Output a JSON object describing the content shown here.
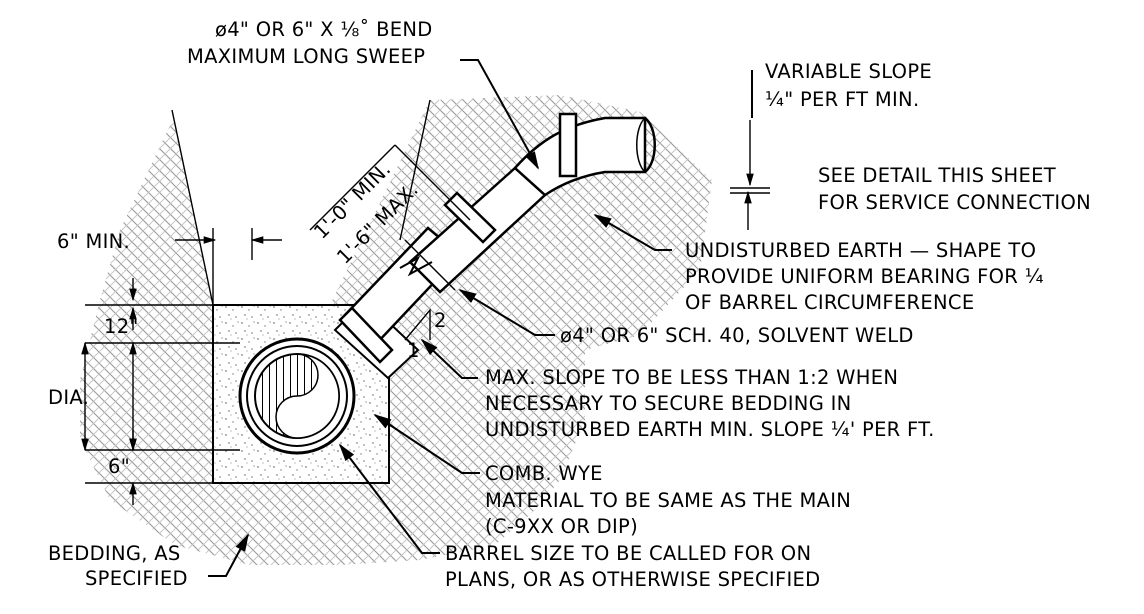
{
  "labels": {
    "bend_line1": "ø4\" OR 6\" X ⅛˚ BEND",
    "bend_line2": "MAXIMUM LONG SWEEP",
    "slope_line1": "VARIABLE SLOPE",
    "slope_line2": "¼\" PER FT MIN.",
    "see_detail_line1": "SEE DETAIL THIS SHEET",
    "see_detail_line2": "FOR SERVICE CONNECTION",
    "six_min": "6\" MIN.",
    "one_ft_min": "1'-0\" MIN.",
    "one_six_max": "1'-6\" MAX.",
    "earth_line1": "UNDISTURBED EARTH — SHAPE TO",
    "earth_line2": "PROVIDE UNIFORM BEARING FOR ¼",
    "earth_line3": "OF BARREL CIRCUMFERENCE",
    "twelve": "12\"",
    "sch40": "ø4\" OR 6\" SCH. 40, SOLVENT WELD",
    "ratio_2": "2",
    "ratio_1": "1",
    "dia": "DIA.",
    "maxslope_line1": "MAX. SLOPE TO BE LESS THAN 1:2 WHEN",
    "maxslope_line2": "NECESSARY TO SECURE BEDDING IN",
    "maxslope_line3": "UNDISTURBED EARTH MIN. SLOPE ¼' PER FT.",
    "six_bottom": "6\"",
    "wye_line1": "COMB. WYE",
    "wye_line2": "MATERIAL TO BE SAME AS THE MAIN",
    "wye_line3": "(C-9XX OR DIP)",
    "bedding_line1": "BEDDING, AS",
    "bedding_line2": "SPECIFIED",
    "barrel_line1": "BARREL SIZE TO BE CALLED FOR ON",
    "barrel_line2": "PLANS, OR AS OTHERWISE SPECIFIED"
  }
}
